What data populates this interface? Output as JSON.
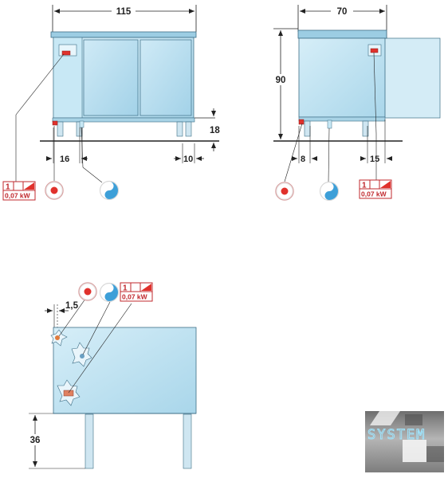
{
  "dimensions": {
    "front_width": "115",
    "side_depth": "70",
    "height": "90",
    "foot_height": "18",
    "front_left_offset": "16",
    "front_right_offset": "10",
    "side_left_offset": "8",
    "side_right_offset": "15",
    "top_offset": "1,5",
    "leg_height": "36"
  },
  "electric_badge": {
    "phase": "1",
    "power": "0,07 kW",
    "color": "#c0282d"
  },
  "icons": {
    "electric_connection": "red-dot-icon",
    "water_drain": "water-drain-icon",
    "electric_badge": "electric-badge-icon"
  },
  "colors": {
    "body": "#bfe3f3",
    "body_edge": "#3d6e86",
    "top": "#9ccde3",
    "electric": "#e0312c",
    "water": "#3d9fd8"
  },
  "logo": {
    "text": "SYSTEM"
  }
}
